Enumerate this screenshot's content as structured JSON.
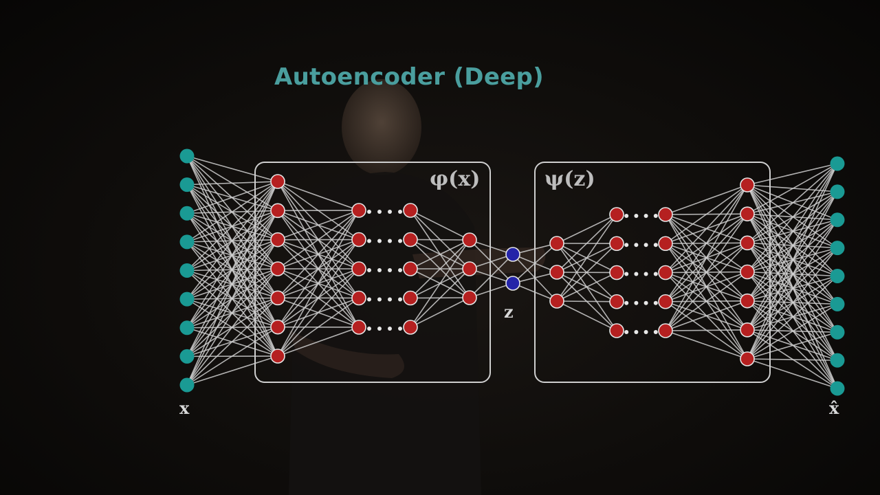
{
  "title": "Autoencoder (Deep)",
  "encoder_label": "φ(x)",
  "decoder_label": "ψ(z)",
  "input_label": "x",
  "latent_label": "z",
  "output_label": "x̂",
  "colors": {
    "title": "#4a9e9e",
    "io_node": "#1a9a94",
    "hidden_node": "#b52020",
    "latent_node": "#2424a8",
    "edge": "#cfcfcf",
    "box": "#cfcfcf"
  }
}
